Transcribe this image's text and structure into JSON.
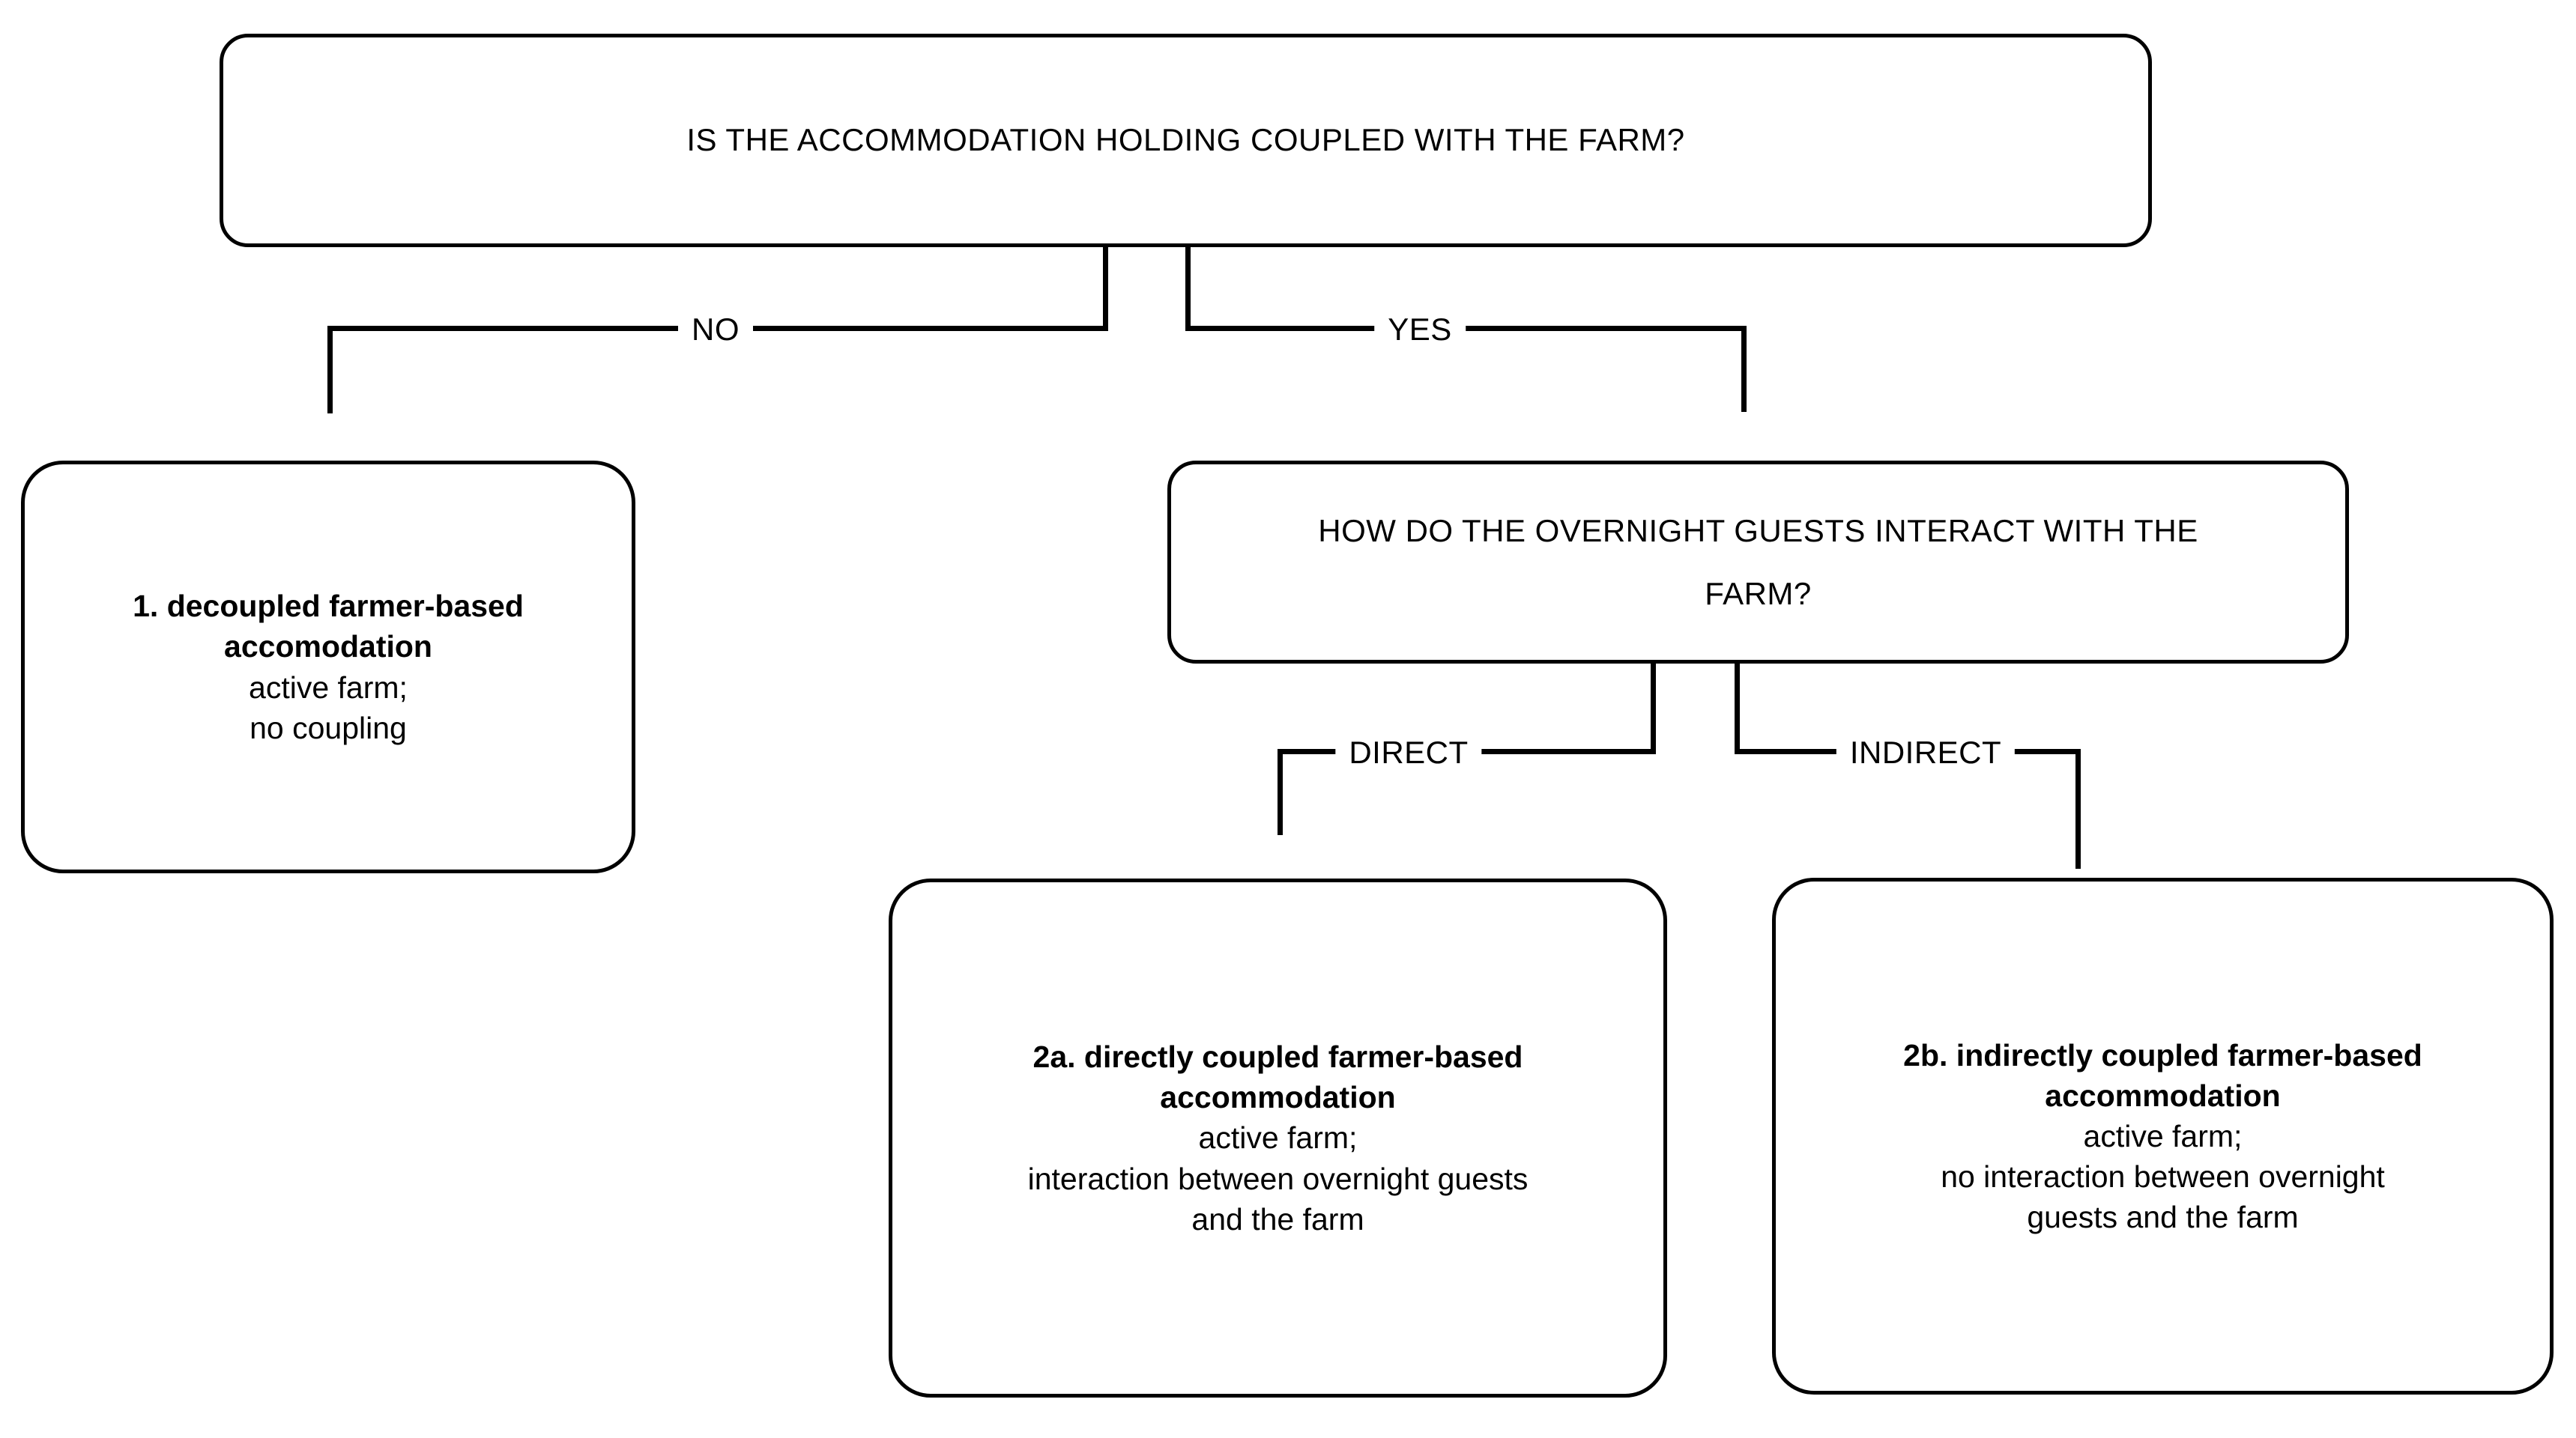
{
  "diagram": {
    "root": {
      "text": "IS THE ACCOMMODATION HOLDING COUPLED WITH THE FARM?"
    },
    "branches": {
      "no": "NO",
      "yes": "YES",
      "direct": "DIRECT",
      "indirect": "INDIRECT"
    },
    "mid_question": {
      "line1": "HOW DO THE OVERNIGHT GUESTS INTERACT WITH THE",
      "line2": "FARM?"
    },
    "outcome_1": {
      "title_line1": "1. decoupled farmer-based",
      "title_line2": "accomodation",
      "detail_line1": "active farm;",
      "detail_line2": "no coupling"
    },
    "outcome_2a": {
      "title_line1": "2a. directly coupled farmer-based",
      "title_line2": "accommodation",
      "detail_line1": "active farm;",
      "detail_line2": "interaction between overnight guests",
      "detail_line3": "and the farm"
    },
    "outcome_2b": {
      "title_line1": "2b. indirectly coupled farmer-based",
      "title_line2": "accommodation",
      "detail_line1": "active farm;",
      "detail_line2": "no interaction between overnight",
      "detail_line3": "guests and the farm"
    },
    "colors": {
      "stroke": "#000000",
      "background": "#ffffff"
    }
  }
}
